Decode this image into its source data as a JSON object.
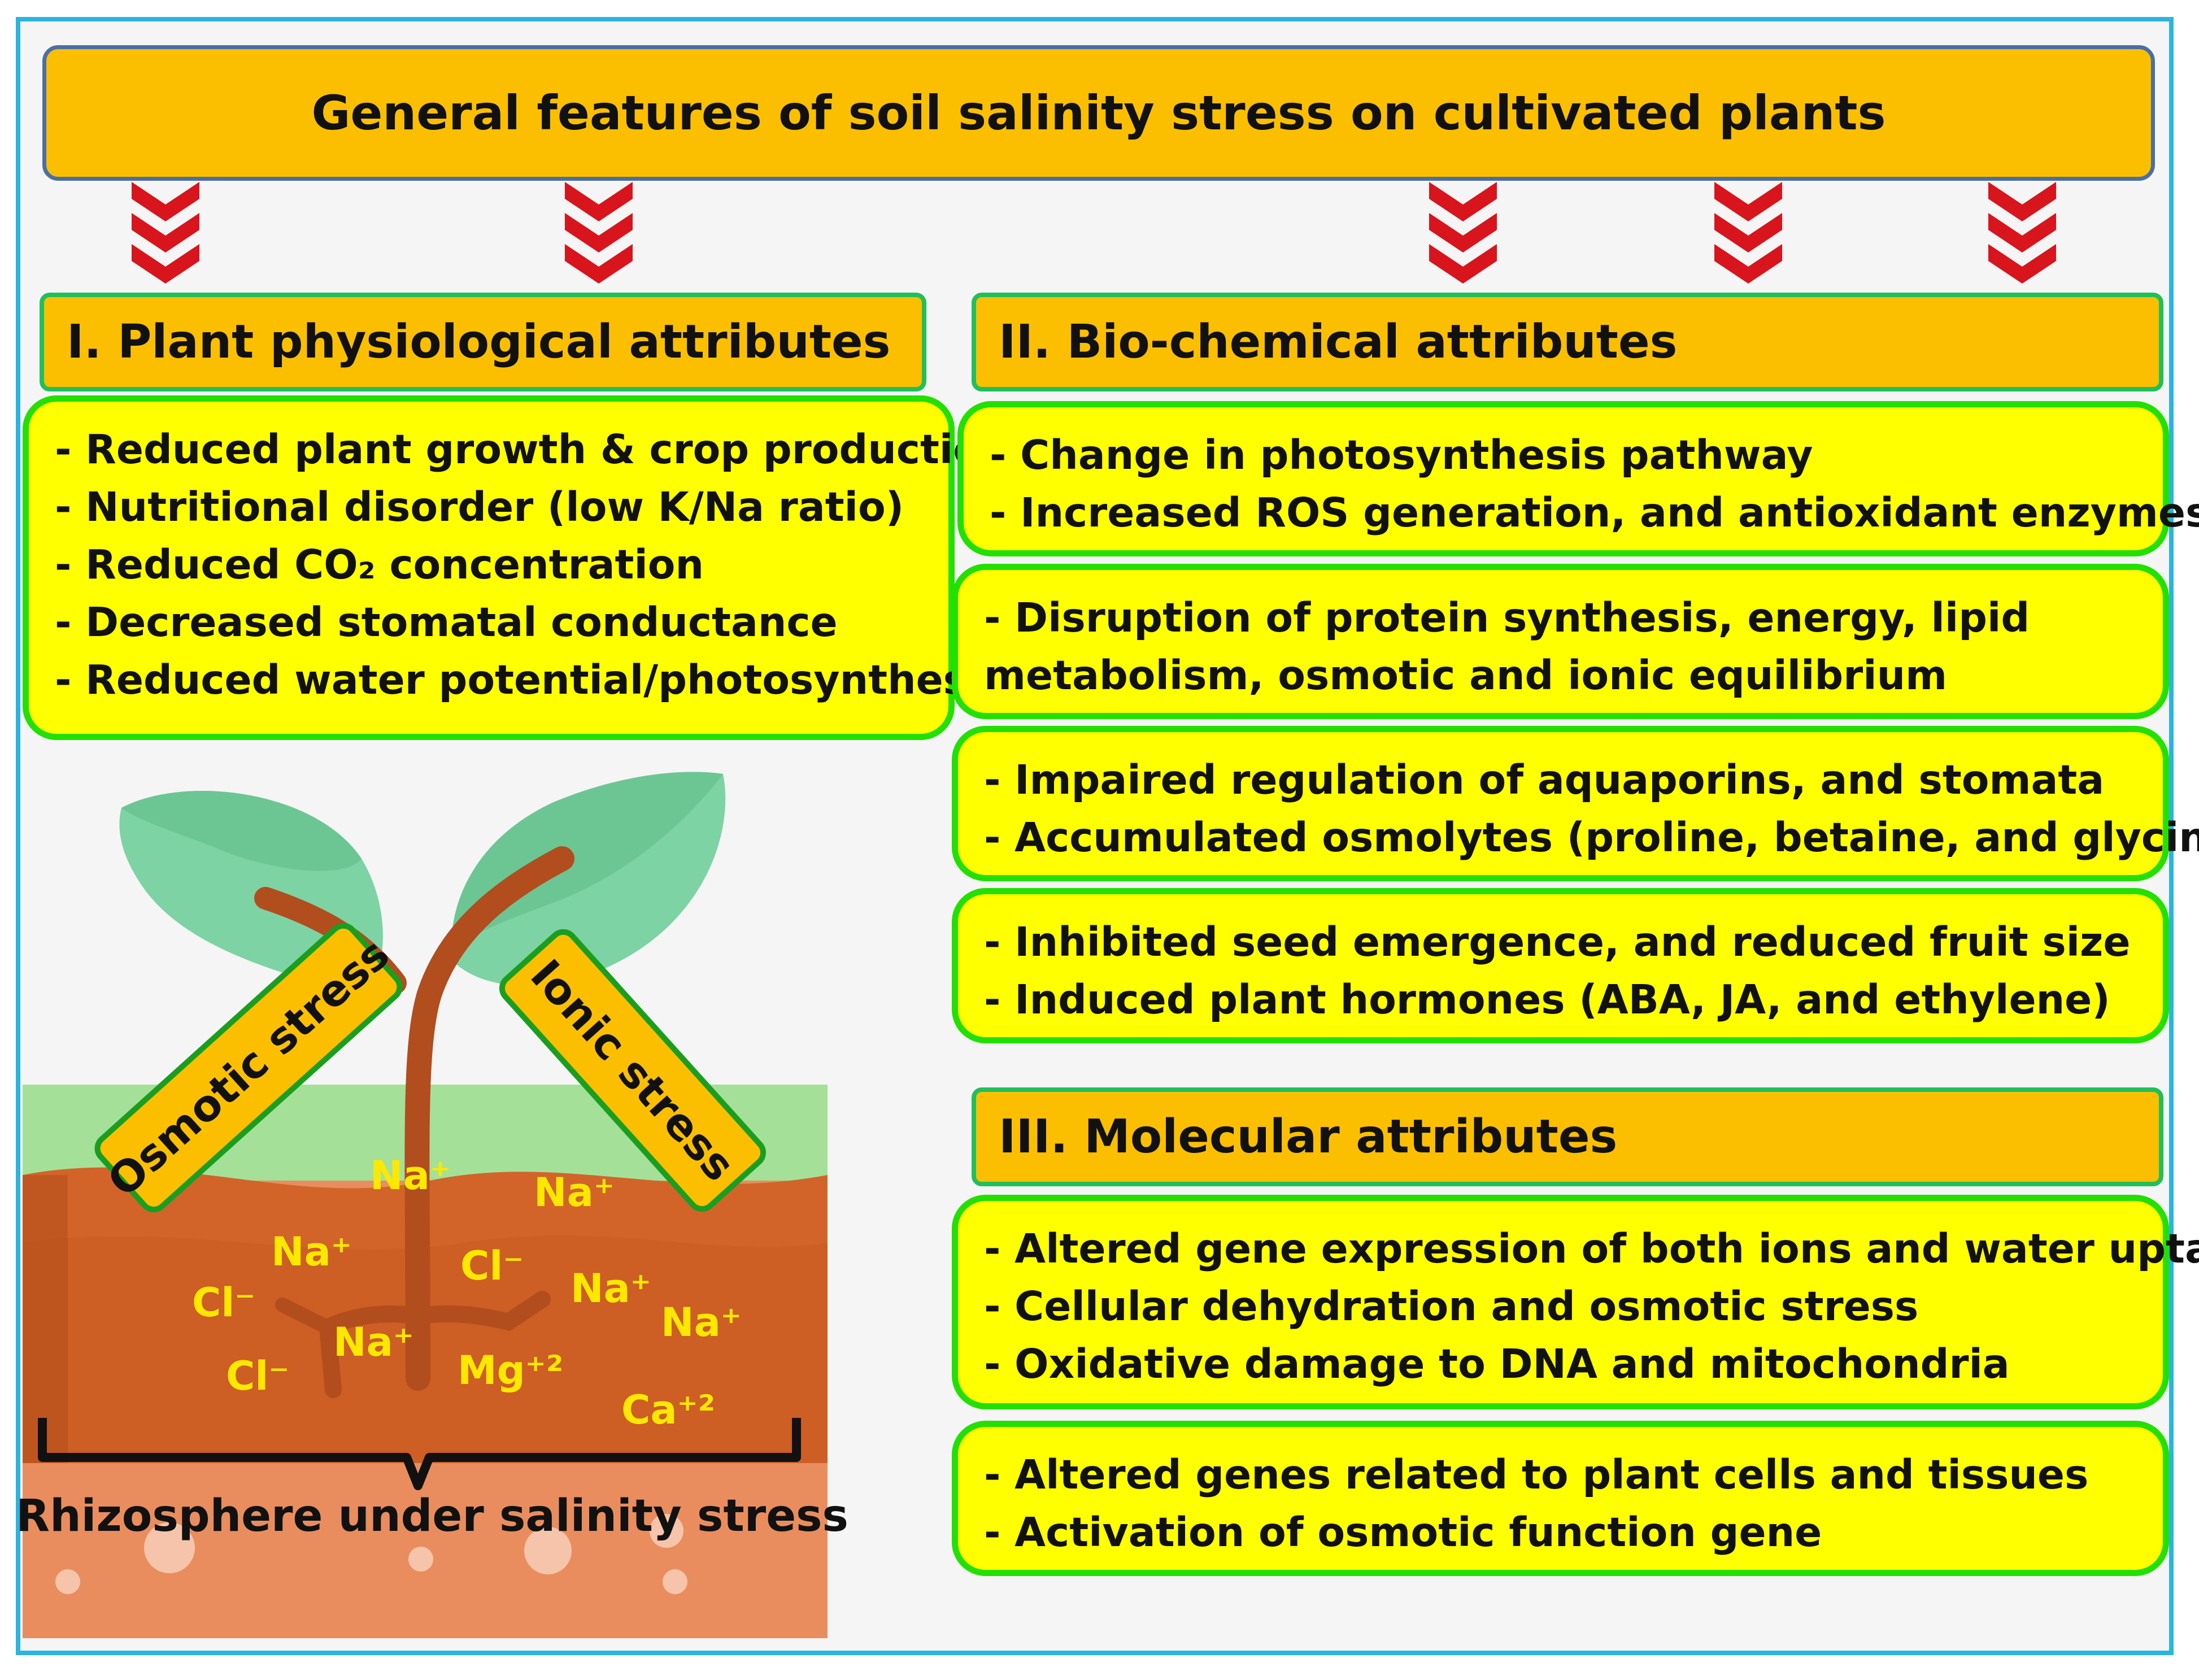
{
  "title": "General features of soil salinity stress on cultivated plants",
  "sections": {
    "physiological": {
      "heading": "I. Plant physiological attributes",
      "items": [
        "- Reduced plant growth & crop production",
        "- Nutritional disorder (low K/Na ratio)",
        "- Reduced CO₂ concentration",
        "- Decreased stomatal conductance",
        "- Reduced water potential/photosynthesis"
      ]
    },
    "biochemical": {
      "heading": "II. Bio-chemical attributes",
      "boxes": [
        [
          "- Change in photosynthesis pathway",
          "- Increased ROS generation, and antioxidant enzymes"
        ],
        [
          "- Disruption of protein synthesis, energy, lipid",
          "metabolism, osmotic and ionic equilibrium"
        ],
        [
          "- Impaired regulation of aquaporins, and stomata",
          "- Accumulated osmolytes (proline, betaine, and glycine)"
        ],
        [
          "- Inhibited seed emergence, and reduced fruit size",
          "- Induced plant hormones (ABA, JA, and ethylene)"
        ]
      ]
    },
    "molecular": {
      "heading": "III. Molecular attributes",
      "boxes": [
        [
          "- Altered gene expression of both ions and water uptake",
          "- Cellular dehydration and osmotic stress",
          "- Oxidative damage to DNA and mitochondria"
        ],
        [
          "- Altered genes related to plant cells and tissues",
          "- Activation of osmotic function gene"
        ]
      ]
    }
  },
  "illustration": {
    "osmotic_label": "Osmotic stress",
    "ionic_label": "Ionic stress",
    "rhizosphere_label": "Rhizosphere under salinity stress",
    "ions": {
      "na1": "Na⁺",
      "na2": "Na⁺",
      "na3": "Na⁺",
      "na4": "Na⁺",
      "na5": "Na⁺",
      "na6": "Na⁺",
      "cl1": "Cl⁻",
      "cl2": "Cl⁻",
      "cl3": "Cl⁻",
      "mg": "Mg⁺²",
      "ca": "Ca⁺²"
    }
  },
  "colors": {
    "header_fill": "#fcbf00",
    "box_fill": "#ffff00",
    "box_border": "#22e000",
    "arrow": "#d8141c",
    "frame": "#2bb4e0",
    "ion_text": "#ffe800"
  },
  "icons": [
    "chevron-down-icon",
    "plant-icon",
    "soil-icon"
  ]
}
